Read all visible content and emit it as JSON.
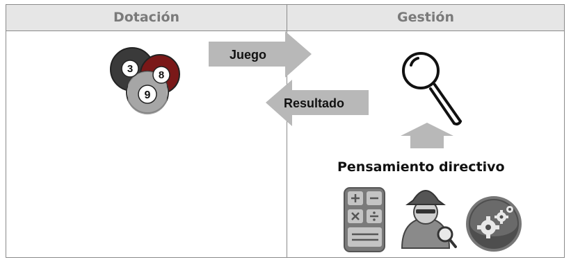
{
  "columns": {
    "left": "Dotación",
    "right": "Gestión"
  },
  "arrows": {
    "top": "Juego",
    "bottom": "Resultado"
  },
  "subtitle": "Pensamiento directivo",
  "balls": [
    "3",
    "8",
    "9"
  ],
  "icons": [
    "billiard-balls-icon",
    "cue-stick-icon",
    "calculator-icon",
    "detective-icon",
    "gears-icon",
    "up-arrow-icon"
  ]
}
